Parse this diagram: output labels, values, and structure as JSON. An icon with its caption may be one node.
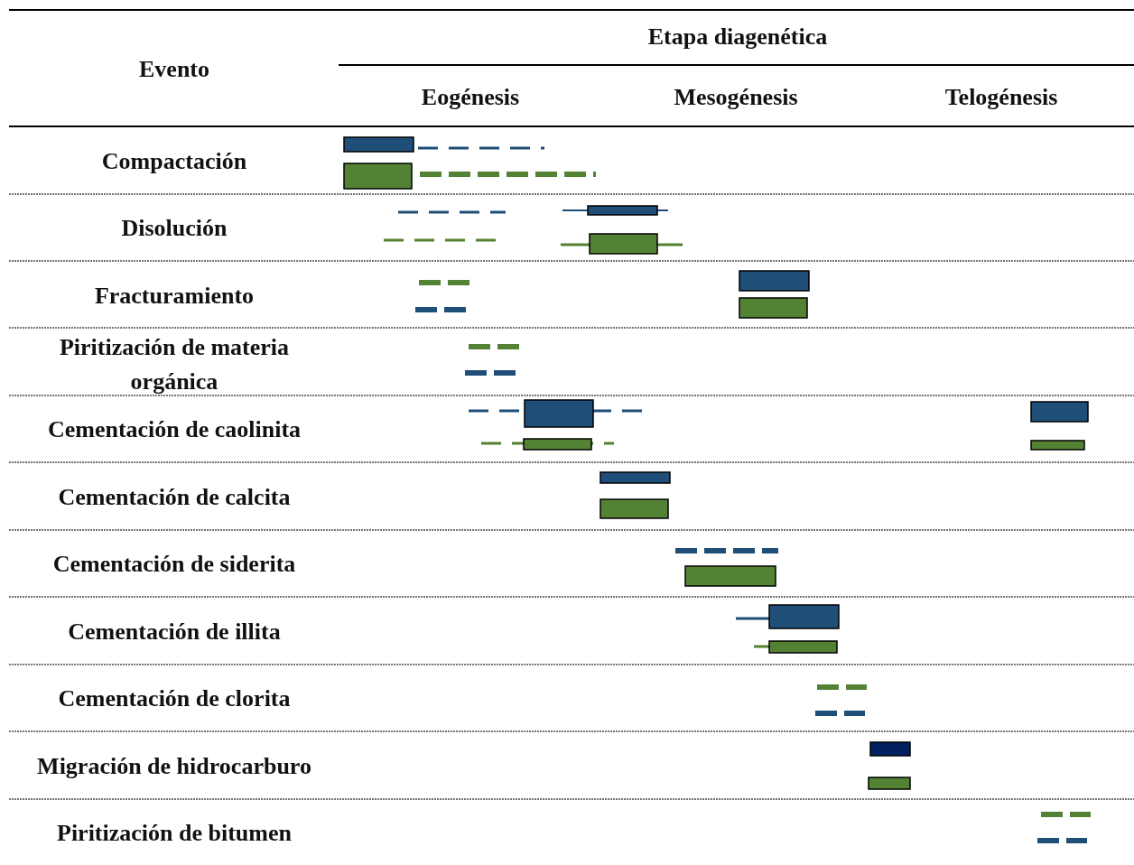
{
  "diagram": {
    "labels": [
      "Evento",
      "Etapa diagenética",
      "Eogénesis",
      "Mesogénesis",
      "Telogénesis",
      "Compactación",
      "Disolución",
      "Fracturamiento",
      "Piritización de materia orgánica",
      "Cementación de caolinita",
      "Cementación de calcita",
      "Cementación de siderita",
      "Cementación de illita",
      "Cementación de clorita",
      "Migración de hidrocarburo",
      "Piritización de bitumen"
    ]
  }
}
